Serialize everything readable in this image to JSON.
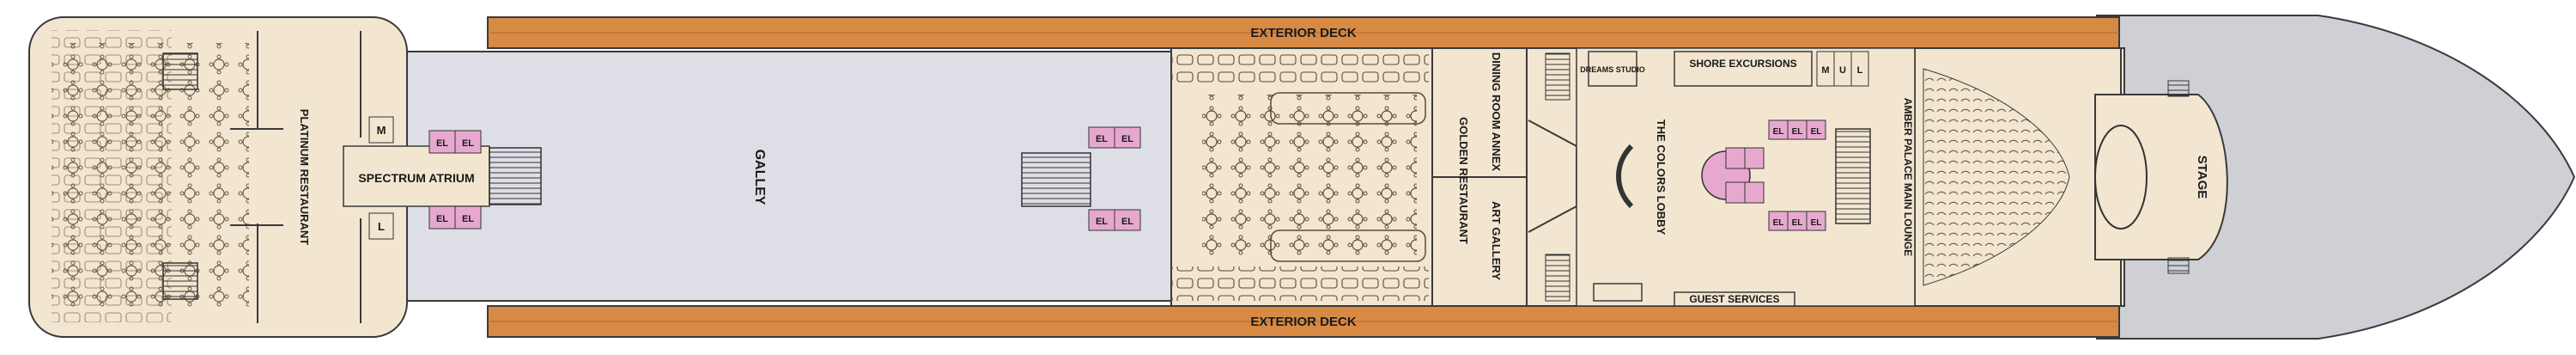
{
  "deck": {
    "exterior_top": "EXTERIOR DECK",
    "exterior_bottom": "EXTERIOR DECK",
    "galley": "GALLEY",
    "spectrum_atrium": "SPECTRUM ATRIUM",
    "platinum_restaurant": "PLATINUM RESTAURANT",
    "golden_restaurant": "GOLDEN RESTAURANT",
    "dining_room_annex": "DINING ROOM ANNEX",
    "art_gallery": "ART GALLERY",
    "dreams_studio": "DREAMS STUDIO",
    "shore_excursions": "SHORE EXCURSIONS",
    "colors_lobby": "THE COLORS LOBBY",
    "guest_services": "GUEST SERVICES",
    "amber_palace": "AMBER PALACE MAIN LOUNGE",
    "stage": "STAGE",
    "elevator": "EL",
    "restroom_m": "M",
    "restroom_l": "L",
    "restroom_u": "U"
  },
  "colors": {
    "floor": "#f2e6d0",
    "corridor": "#dedfe6",
    "wood": "#d88a45",
    "hull": "#cfd0d6",
    "outline": "#3a3a3a",
    "elevator_fill": "#e7a8cf"
  }
}
